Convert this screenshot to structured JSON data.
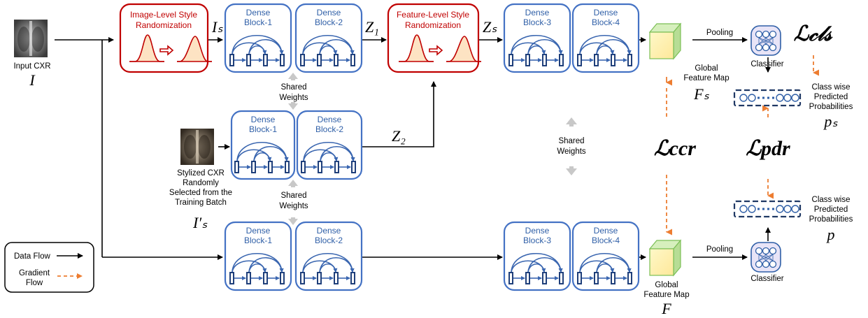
{
  "labels": {
    "input_cxr": "Input CXR",
    "input_symbol": "I",
    "is_symbol": "Iₛ",
    "z1": "Z₁",
    "z2": "Z₂",
    "zs": "Zₛ",
    "shared": "Shared",
    "weights": "Weights",
    "stylized_line1": "Stylized CXR",
    "stylized_line2": "Randomly",
    "stylized_line3": "Selected from the",
    "stylized_line4": "Training Batch",
    "is_prime": "I′ₛ",
    "global": "Global",
    "feature_map": "Feature Map",
    "fs": "Fₛ",
    "f": "F",
    "pooling": "Pooling",
    "classifier": "Classifier",
    "class_wise": "Class wise",
    "predicted": "Predicted",
    "probabilities": "Probabilities",
    "ps": "pₛ",
    "p": "p"
  },
  "blocks": {
    "image_style": {
      "line1": "Image-Level Style",
      "line2": "Randomization"
    },
    "feature_style": {
      "line1": "Feature-Level Style",
      "line2": "Randomization"
    },
    "dense": {
      "dense_label": "Dense",
      "block1": "Block-1",
      "block2": "Block-2",
      "block3": "Block-3",
      "block4": "Block-4"
    }
  },
  "losses": {
    "cls": "ℒ𝒸𝓁𝓈",
    "ccr": "ℒccr",
    "pdr": "ℒpdr"
  },
  "legend": {
    "data_flow": "Data Flow",
    "gradient_line1": "Gradient",
    "gradient_line2": "Flow"
  },
  "colors": {
    "style_block": "#c00000",
    "dense_block": "#4472c4",
    "gradient_flow": "#ed7d31",
    "shared_weights_arrow": "#c8c8c8"
  }
}
